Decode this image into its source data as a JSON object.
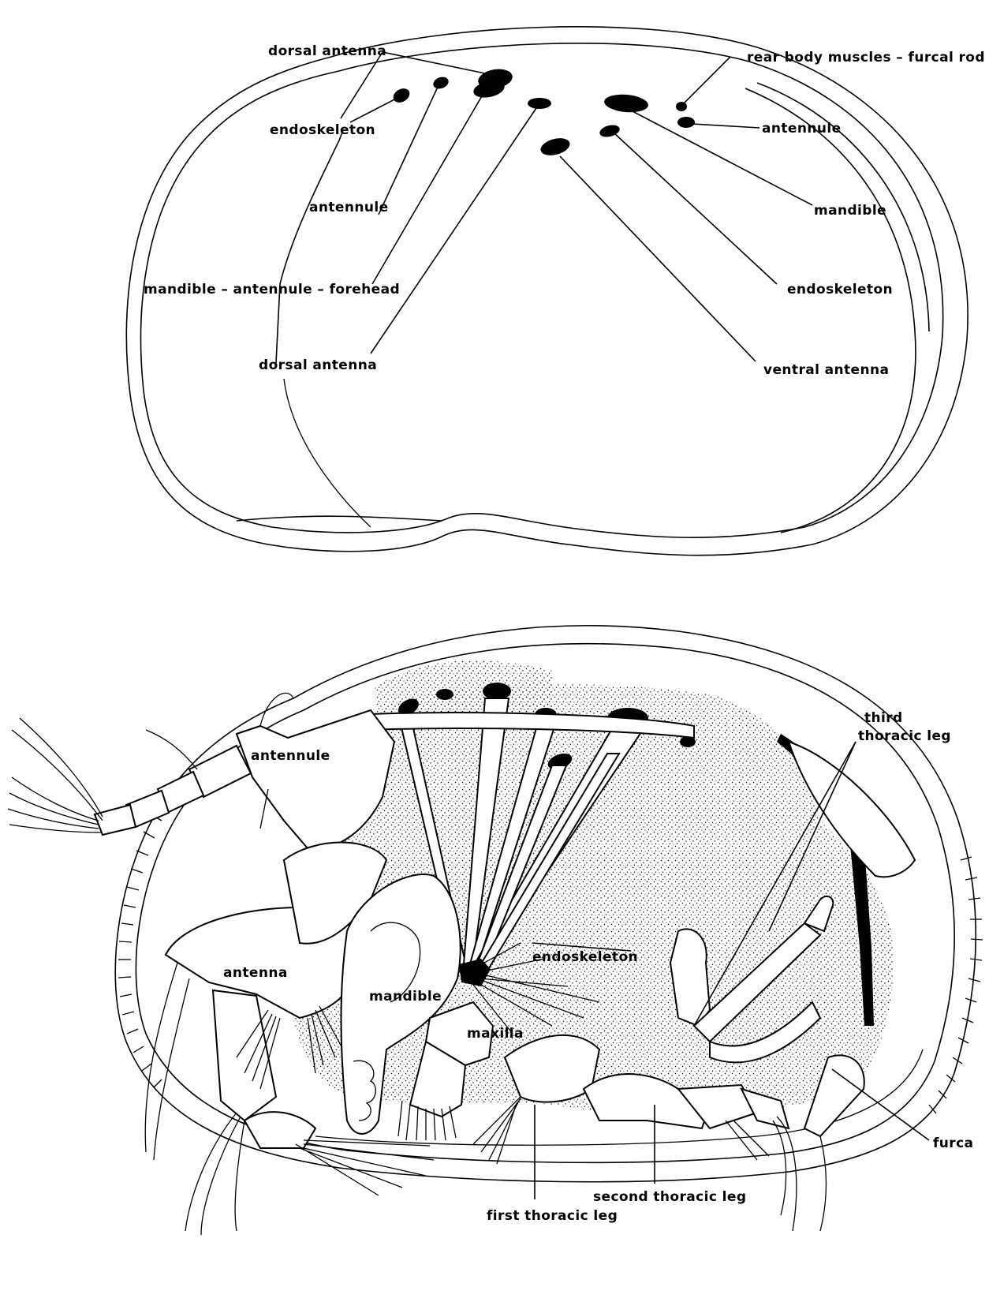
{
  "top_view": {
    "labels": {
      "dorsal_antenna_top": "dorsal antenna",
      "rear_body_muscles": "rear body muscles – furcal rod",
      "endoskeleton_left": "endoskeleton",
      "antennule_right": "antennule",
      "antennule_left": "antennule",
      "mandible_right": "mandible",
      "mandible_antennule_forehead": "mandible – antennule – forehead",
      "endoskeleton_right": "endoskeleton",
      "dorsal_antenna_lower": "dorsal antenna",
      "ventral_antenna": "ventral antenna"
    }
  },
  "side_view": {
    "labels": {
      "third_thoracic_leg_line1": "third",
      "third_thoracic_leg_line2": "thoracic leg",
      "antennule": "antennule",
      "endoskeleton": "endoskeleton",
      "antenna": "antenna",
      "mandible": "mandible",
      "maxilla": "maxilla",
      "furca": "furca",
      "second_thoracic_leg": "second thoracic leg",
      "first_thoracic_leg": "first thoracic leg"
    }
  }
}
